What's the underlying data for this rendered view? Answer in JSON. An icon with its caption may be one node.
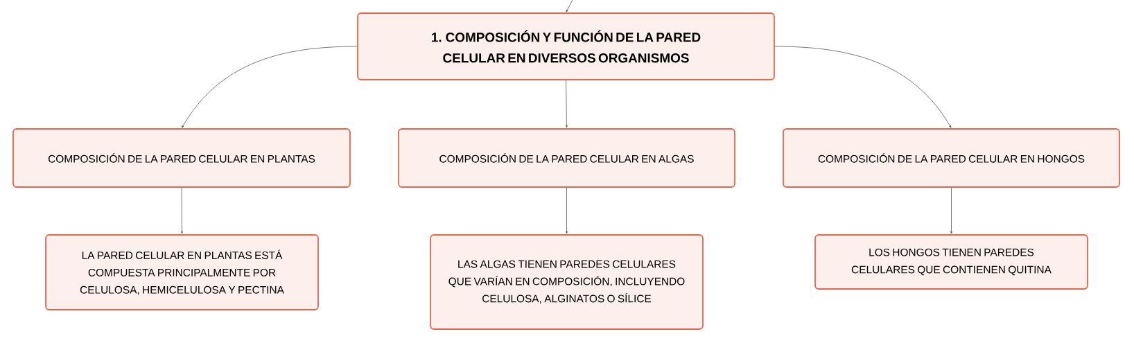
{
  "diagram": {
    "nodes": [
      {
        "text": [
          "1. COMPOSICIÓN Y FUNCIÓN DE LA PARED CELULAR EN DIVERSOS ORGANISMOS"
        ]
      },
      {
        "text": [
          "COMPOSICIÓN DE LA PARED CELULAR EN PLANTAS"
        ]
      },
      {
        "text": [
          "COMPOSICIÓN DE LA PARED CELULAR EN ALGAS"
        ]
      },
      {
        "text": [
          "COMPOSICIÓN DE LA PARED CELULAR EN HONGOS"
        ]
      },
      {
        "text": [
          "LA PARED CELULAR EN PLANTAS ESTÁ COMPUESTA PRINCIPALMENTE POR CELULOSA, HEMICELULOSA Y PECTINA"
        ]
      },
      {
        "text": [
          "LAS ALGAS TIENEN PAREDES CELULARES QUE VARÍAN EN COMPOSICIÓN, INCLUYENDO CELULOSA, ALGINATOS O SÍLICE"
        ]
      },
      {
        "text": [
          "LOS HONGOS TIENEN PAREDES CELULARES QUE CONTIENEN QUITINA"
        ]
      }
    ],
    "edges": [
      {
        "from": null,
        "to": 0,
        "arrow": "to"
      },
      {
        "from": 0,
        "to": 1,
        "arrow": "to"
      },
      {
        "from": 0,
        "to": 2,
        "arrow": "to"
      },
      {
        "from": 0,
        "to": 3,
        "arrow": "to"
      },
      {
        "from": 1,
        "to": 4,
        "arrow": "to"
      },
      {
        "from": 2,
        "to": 5,
        "arrow": "to"
      },
      {
        "from": 3,
        "to": 6,
        "arrow": "to"
      }
    ]
  }
}
